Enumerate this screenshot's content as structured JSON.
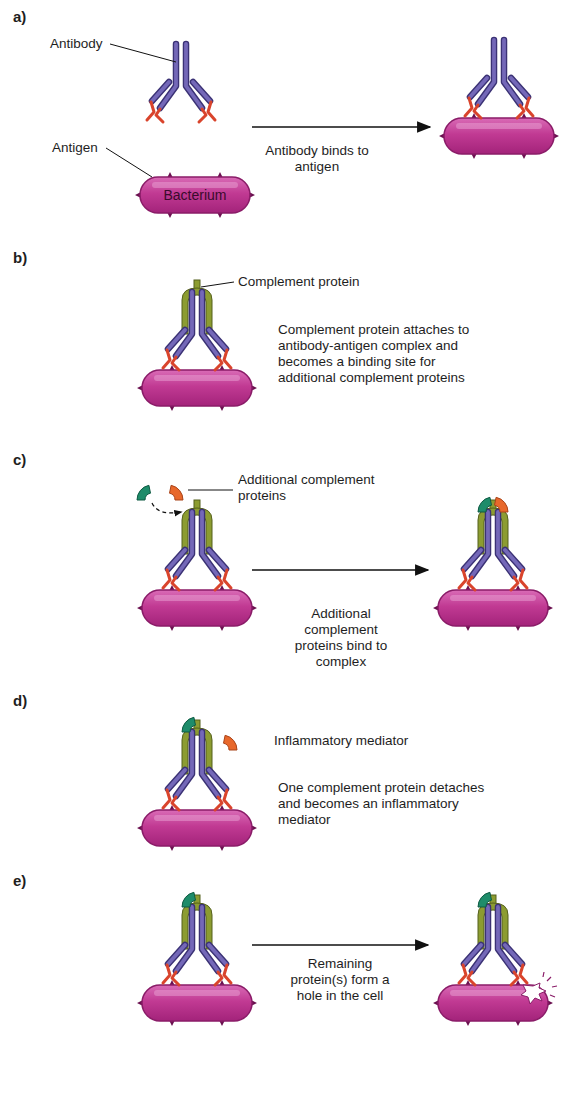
{
  "diagram": {
    "nodes": [
      {
        "text": [
          "Bacterium"
        ]
      }
    ],
    "labels": [
      "a)",
      "Antibody",
      "Antigen",
      "Antibody binds to antigen",
      "b)",
      "Complement protein",
      "Complement protein attaches to antibody-antigen complex and becomes a binding site for additional complement proteins",
      "c)",
      "Additional complement proteins",
      "Additional complement proteins bind to complex",
      "d)",
      "Inflammatory mediator",
      "One complement protein detaches and becomes an inflammatory mediator",
      "e)",
      "Remaining protein(s) form a hole in the cell"
    ]
  }
}
